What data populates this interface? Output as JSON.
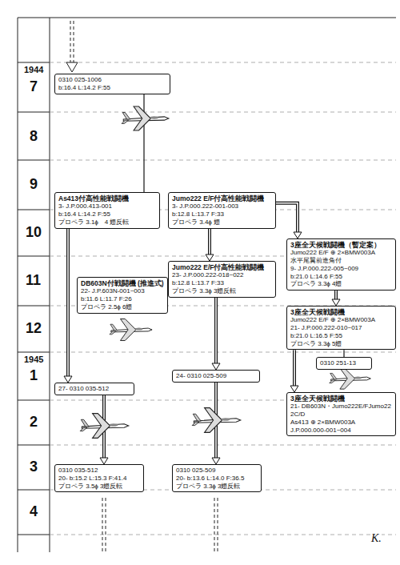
{
  "diagram": {
    "nodes": [
      {
        "text": [
          "0310 025-1006",
          "b:16.4 L:14.2 F:55"
        ]
      },
      {
        "text": [
          "As413付高性能戦闘機",
          "3- J.P.000.413-001",
          "b:16.4 L:14.2 F:55",
          "プロペラ 3.1ϕ　4 翅反転"
        ]
      },
      {
        "text": [
          "Jumo222 E/F付高性能戦闘機",
          "3- J.P.000.222-001-003",
          "b:12.8 L:13.7 F:33",
          "プロペラ 3.4ϕ 翅"
        ]
      },
      {
        "text": [
          "3座全天候戦闘機（暫定案）",
          "Jumo222 E/F ⊕ 2×BMW003A",
          "水平尾翼前進角付",
          "9- J.P.000.222-005~009",
          "b:21.0 L:14.6 F:55",
          "プロペラ 3.3ϕ 4翅"
        ]
      },
      {
        "text": [
          "DB603N付戦闘機 (推進式)",
          "22- J.P.603N-001~003",
          "b:11.6 L:11.7 F:26",
          "プロペラ 2.5ϕ 6翅"
        ]
      },
      {
        "text": [
          "Jumo222 E/F付高性能戦闘機",
          "23- J.P.000.222-018~022",
          "b:12.8 L:13.7 F:33",
          "プロペラ 3.3ϕ 3翅反転"
        ]
      },
      {
        "text": [
          "3座全天候戦闘機",
          "Jumo222 E/F ⊕ 2×BMW003A",
          "21- J.P.000.222-010~017",
          "b:21.0 L:16.5 F:55",
          "プロペラ 3.3ϕ 5翅"
        ]
      },
      {
        "text": [
          "0310 251-13"
        ]
      },
      {
        "text": [
          "3座全天候戦闘機",
          "21- DB603N・Jumo222E/FJumo222C/D",
          "As413 ⊕ 2×BMW003A",
          "J.P.000.000-001~004"
        ]
      },
      {
        "text": [
          "27- 0310 035-512"
        ]
      },
      {
        "text": [
          "24- 0310 025-509"
        ]
      },
      {
        "text": [
          "0310 035-512",
          "20- b:15.2 L:15.3 F:41.4",
          "プロペラ 3.5ϕ 3翅反転"
        ]
      },
      {
        "text": [
          "0310 025-509",
          "20- b:13.6 L:14.0 F:36.5",
          "プロペラ 3.3ϕ 3翅反転"
        ]
      }
    ],
    "edges": [
      {
        "from": 0,
        "to": 1,
        "arrow": "none"
      },
      {
        "from": 1,
        "to": 9,
        "arrow": "to"
      },
      {
        "from": 2,
        "to": 5,
        "arrow": "to"
      },
      {
        "from": 4,
        "to": 5,
        "arrow": "to"
      },
      {
        "from": 5,
        "to": 10,
        "arrow": "to"
      },
      {
        "from": 2,
        "to": 3,
        "arrow": "to"
      },
      {
        "from": 3,
        "to": 6,
        "arrow": "to"
      },
      {
        "from": 6,
        "to": 7,
        "arrow": "none"
      },
      {
        "from": 6,
        "to": 8,
        "arrow": "to"
      },
      {
        "from": 9,
        "to": 11,
        "arrow": "to"
      },
      {
        "from": 10,
        "to": 12,
        "arrow": "to"
      }
    ],
    "labels": [
      "1944",
      "7",
      "8",
      "9",
      "10",
      "11",
      "12",
      "1945",
      "1",
      "2",
      "3",
      "4",
      "K."
    ]
  }
}
